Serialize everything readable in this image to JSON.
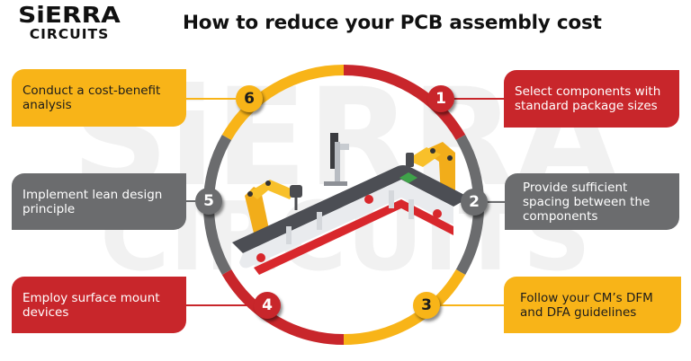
{
  "logo": {
    "top": "SiERRA",
    "bottom": "CIRCUITS"
  },
  "watermark": {
    "line1": "SiERRA",
    "line2": "CIRCUITS"
  },
  "title": "How to reduce your PCB assembly cost",
  "colors": {
    "red": "#c8262b",
    "yellow": "#f8b418",
    "grey": "#6b6c6e",
    "dark_text": "#1c1c1c",
    "white_text": "#ffffff"
  },
  "steps": [
    {
      "number": "1",
      "label": "Select components with standard package sizes",
      "lines": [
        "Select components with",
        "standard package sizes"
      ],
      "color": "red"
    },
    {
      "number": "2",
      "label": "Provide sufficient spacing between the components",
      "lines": [
        "Provide sufficient",
        "spacing between the",
        "components"
      ],
      "color": "grey"
    },
    {
      "number": "3",
      "label": "Follow your CM's DFM and DFA guidelines",
      "lines": [
        "Follow your CM’s DFM",
        "and DFA guidelines"
      ],
      "color": "yellow"
    },
    {
      "number": "4",
      "label": "Employ surface mount devices",
      "lines": [
        "Employ surface mount",
        "devices"
      ],
      "color": "red"
    },
    {
      "number": "5",
      "label": "Implement lean design principle",
      "lines": [
        "Implement lean design",
        "principle"
      ],
      "color": "grey"
    },
    {
      "number": "6",
      "label": "Conduct a cost-benefit analysis",
      "lines": [
        "Conduct a cost-benefit",
        "analysis"
      ],
      "color": "yellow"
    }
  ],
  "illustration": {
    "subject": "robotic-assembly-conveyor"
  }
}
